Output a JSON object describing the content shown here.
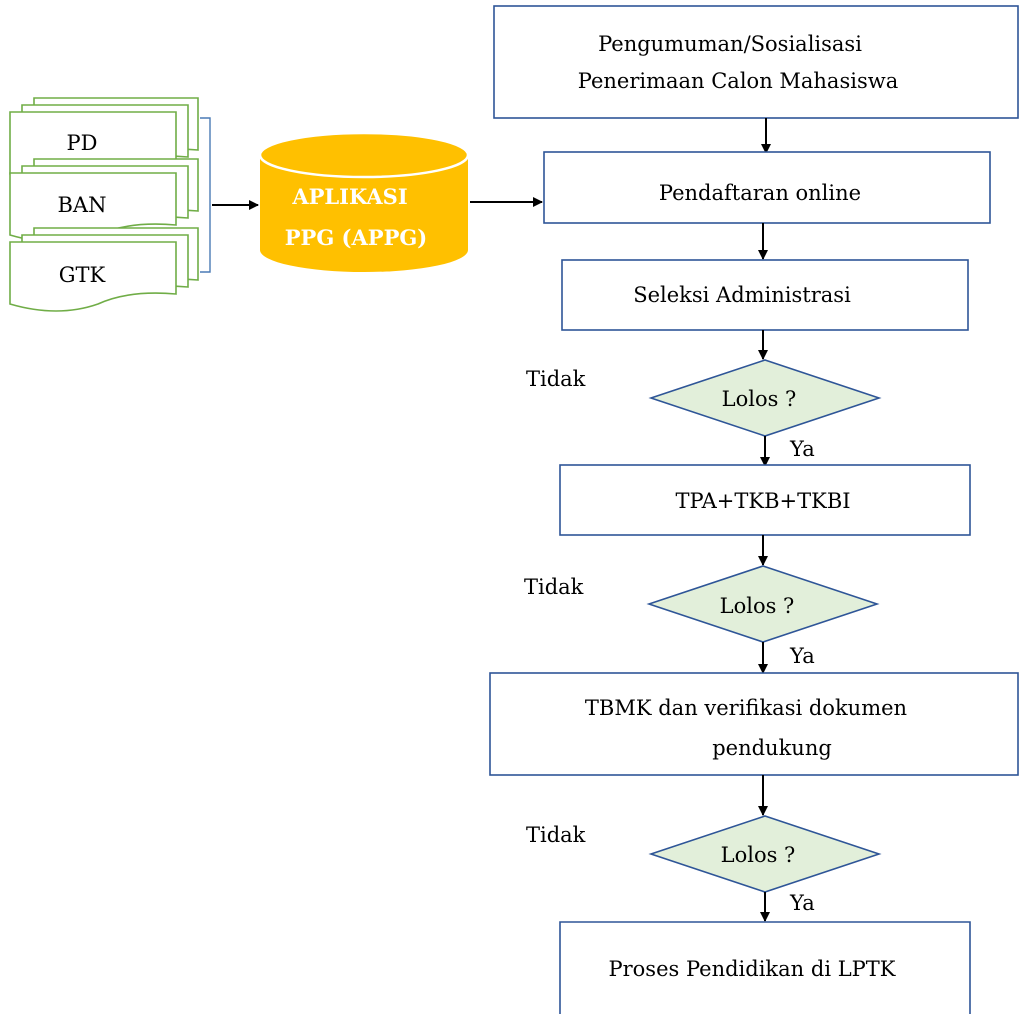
{
  "colors": {
    "box_stroke": "#2e5597",
    "arrow": "#000000",
    "doc_stroke": "#70ad47",
    "database_fill": "#ffc000",
    "database_text": "#ffffff",
    "diamond_fill": "#e2efda",
    "diamond_stroke": "#2e5597",
    "brace": "#4a7ab5"
  },
  "documents": [
    {
      "label": "PD"
    },
    {
      "label": "BAN"
    },
    {
      "label": "GTK"
    }
  ],
  "database": {
    "line1": "APLIKASI",
    "line2": "PPG (APPG)",
    "icon": "database-cylinder"
  },
  "steps": {
    "pengumuman": {
      "line1": "Pengumuman/Sosialisasi",
      "line2": "Penerimaan Calon Mahasiswa"
    },
    "pendaftaran": {
      "label": "Pendaftaran online"
    },
    "seleksi": {
      "label": "Seleksi Administrasi"
    },
    "tes": {
      "label": "TPA+TKB+TKBI"
    },
    "tbmk": {
      "line1": "TBMK dan verifikasi dokumen",
      "line2": "pendukung"
    },
    "proses": {
      "label": "Proses Pendidikan di LPTK"
    }
  },
  "decisions": [
    {
      "label": "Lolos ?",
      "no": "Tidak",
      "yes": "Ya"
    },
    {
      "label": "Lolos ?",
      "no": "Tidak",
      "yes": "Ya"
    },
    {
      "label": "Lolos ?",
      "no": "Tidak",
      "yes": "Ya"
    }
  ]
}
